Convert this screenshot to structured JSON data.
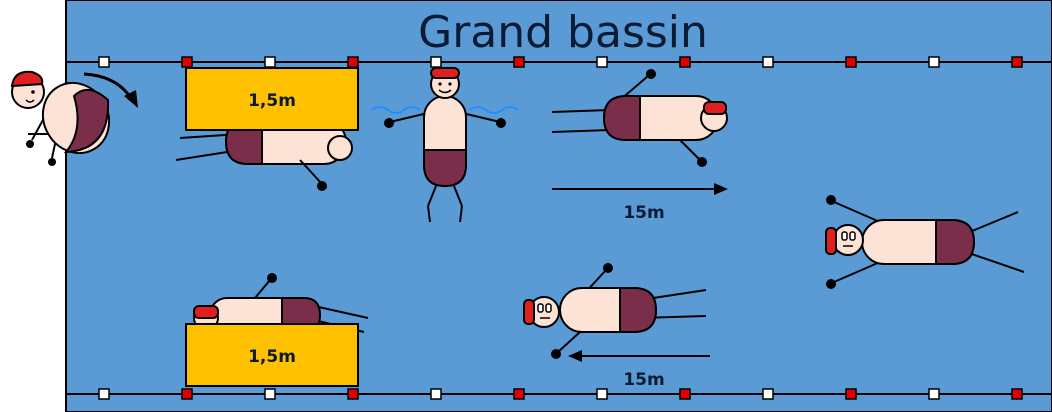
{
  "title": "Grand bassin",
  "boards": [
    {
      "label": "1,5m"
    },
    {
      "label": "1,5m"
    }
  ],
  "distances": [
    {
      "label": "15m",
      "direction": "right"
    },
    {
      "label": "15m",
      "direction": "left"
    }
  ],
  "colors": {
    "pool": "#5b9bd5",
    "board": "#ffc000",
    "cap": "#e02020",
    "swimsuit": "#7a2e4a",
    "skin": "#fde2d6",
    "float_red": "#e00000",
    "float_white": "#ffffff",
    "ink": "#000000",
    "water_wave": "#1f8fff"
  }
}
